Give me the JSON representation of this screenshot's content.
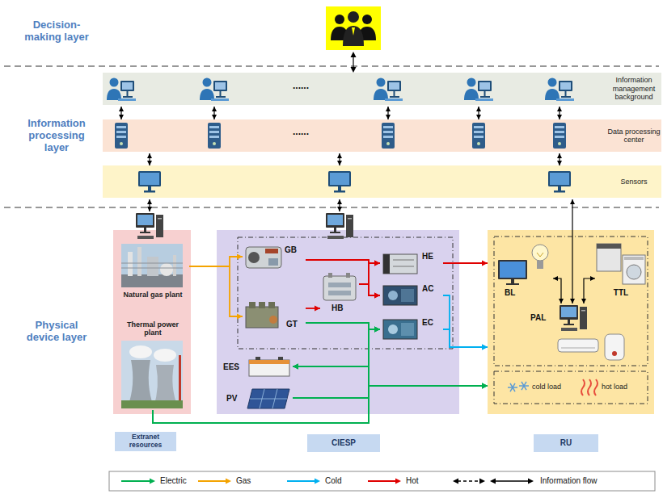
{
  "diagram": {
    "nodes": [
      {
        "text": [
          "Information management background"
        ]
      },
      {
        "text": [
          "Data processing center"
        ]
      },
      {
        "text": [
          "Sensors"
        ]
      },
      {
        "text": [
          "Extranet resources"
        ]
      },
      {
        "text": [
          "Natural gas plant"
        ],
        "in": 3
      },
      {
        "text": [
          "Thermal power plant"
        ],
        "in": 3
      },
      {
        "text": [
          "CIESP"
        ]
      },
      {
        "text": [
          "GB"
        ],
        "in": 6
      },
      {
        "text": [
          "HB"
        ],
        "in": 6
      },
      {
        "text": [
          "GT"
        ],
        "in": 6
      },
      {
        "text": [
          "HE"
        ],
        "in": 6
      },
      {
        "text": [
          "AC"
        ],
        "in": 6
      },
      {
        "text": [
          "EC"
        ],
        "in": 6
      },
      {
        "text": [
          "EES"
        ],
        "in": 6
      },
      {
        "text": [
          "PV"
        ],
        "in": 6
      },
      {
        "text": [
          "RU"
        ]
      },
      {
        "text": [
          "BL"
        ],
        "in": 15
      },
      {
        "text": [
          "TTL"
        ],
        "in": 15
      },
      {
        "text": [
          "PAL"
        ],
        "in": 15
      }
    ],
    "edges": [
      {
        "from": 0,
        "to": 1,
        "arrow": "both"
      },
      {
        "from": 0,
        "to": 1,
        "arrow": "both"
      },
      {
        "from": 0,
        "to": 1,
        "arrow": "both"
      },
      {
        "from": 0,
        "to": 1,
        "arrow": "both"
      },
      {
        "from": 0,
        "to": 1,
        "arrow": "both"
      },
      {
        "from": 1,
        "to": 2,
        "arrow": "both"
      },
      {
        "from": 1,
        "to": 2,
        "arrow": "both"
      },
      {
        "from": 1,
        "to": 2,
        "arrow": "both"
      },
      {
        "from": 2,
        "to": 3,
        "arrow": "both"
      },
      {
        "from": 2,
        "to": 6,
        "arrow": "both"
      },
      {
        "from": 2,
        "to": 18,
        "arrow": "both"
      },
      {
        "from": 18,
        "to": 16,
        "arrow": "both"
      },
      {
        "from": 18,
        "to": 17,
        "arrow": "both"
      },
      {
        "from": 4,
        "to": 7,
        "arrow": "to"
      },
      {
        "from": 4,
        "to": 9,
        "arrow": "to"
      },
      {
        "from": 7,
        "to": 10,
        "arrow": "to"
      },
      {
        "from": 7,
        "to": 11,
        "arrow": "to"
      },
      {
        "from": 8,
        "to": 10,
        "arrow": "to"
      },
      {
        "from": 8,
        "to": 11,
        "arrow": "to"
      },
      {
        "from": 9,
        "to": 8,
        "arrow": "to"
      },
      {
        "from": 9,
        "to": 12,
        "arrow": "to"
      },
      {
        "from": 9,
        "to": 13,
        "arrow": "to"
      },
      {
        "from": 9,
        "to": 15,
        "arrow": "to"
      },
      {
        "from": 14,
        "to": 12,
        "arrow": "to"
      },
      {
        "from": 14,
        "to": 13,
        "arrow": "to"
      },
      {
        "from": 14,
        "to": 15,
        "arrow": "to"
      },
      {
        "from": 5,
        "to": 12,
        "arrow": "to"
      },
      {
        "from": 5,
        "to": 13,
        "arrow": "to"
      },
      {
        "from": 5,
        "to": 15,
        "arrow": "to"
      },
      {
        "from": 13,
        "to": 12,
        "arrow": "to"
      },
      {
        "from": 13,
        "to": 15,
        "arrow": "to"
      },
      {
        "from": 10,
        "to": 15,
        "arrow": "to"
      },
      {
        "from": 11,
        "to": 15,
        "arrow": "to"
      },
      {
        "from": 12,
        "to": 15,
        "arrow": "to"
      }
    ],
    "labels": [
      "Decision-making layer",
      "Information processing layer",
      "Physical device layer",
      "......",
      "......",
      "cold load",
      "hot load"
    ],
    "legend": [
      {
        "text": "Electric"
      },
      {
        "text": "Gas"
      },
      {
        "text": "Cold"
      },
      {
        "text": "Hot"
      },
      {
        "text": "Information flow"
      }
    ]
  }
}
